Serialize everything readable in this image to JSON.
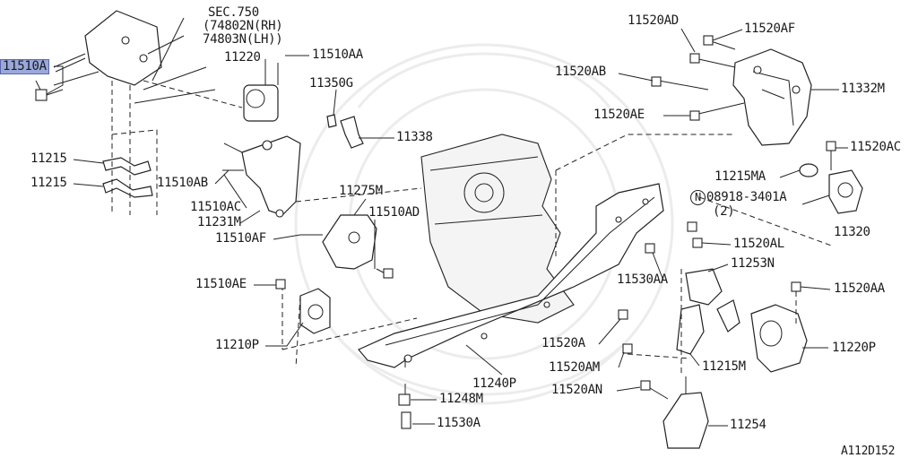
{
  "diagram": {
    "figure_id": "A112D152",
    "section_ref": [
      "SEC.750",
      "(74802N(RH)",
      " 74803N(LH))"
    ],
    "highlight_color": "#9aa8dc",
    "labels": {
      "p11510A": "11510A",
      "p11220": "11220",
      "p11510AA": "11510AA",
      "p11350G": "11350G",
      "p11338": "11338",
      "p11215_1": "11215",
      "p11215_2": "11215",
      "p11510AB": "11510AB",
      "p11510AC": "11510AC",
      "p11231M": "11231M",
      "p11275M": "11275M",
      "p11510AD": "11510AD",
      "p11510AF": "11510AF",
      "p11510AE": "11510AE",
      "p11210P": "11210P",
      "p11520AD": "11520AD",
      "p11520AF": "11520AF",
      "p11520AB": "11520AB",
      "p11332M": "11332M",
      "p11520AE": "11520AE",
      "p11520AC": "11520AC",
      "p11215MA": "11215MA",
      "p08918": "08918-3401A",
      "p08918_qty": "(2)",
      "p08918_mark": "N",
      "p11320": "11320",
      "p11520AL": "11520AL",
      "p11253N": "11253N",
      "p11530AA": "11530AA",
      "p11520AA": "11520AA",
      "p11520A": "11520A",
      "p11220P": "11220P",
      "p11520AM": "11520AM",
      "p11215M": "11215M",
      "p11240P": "11240P",
      "p11520AN": "11520AN",
      "p11248M": "11248M",
      "p11254": "11254",
      "p11530A": "11530A"
    }
  }
}
